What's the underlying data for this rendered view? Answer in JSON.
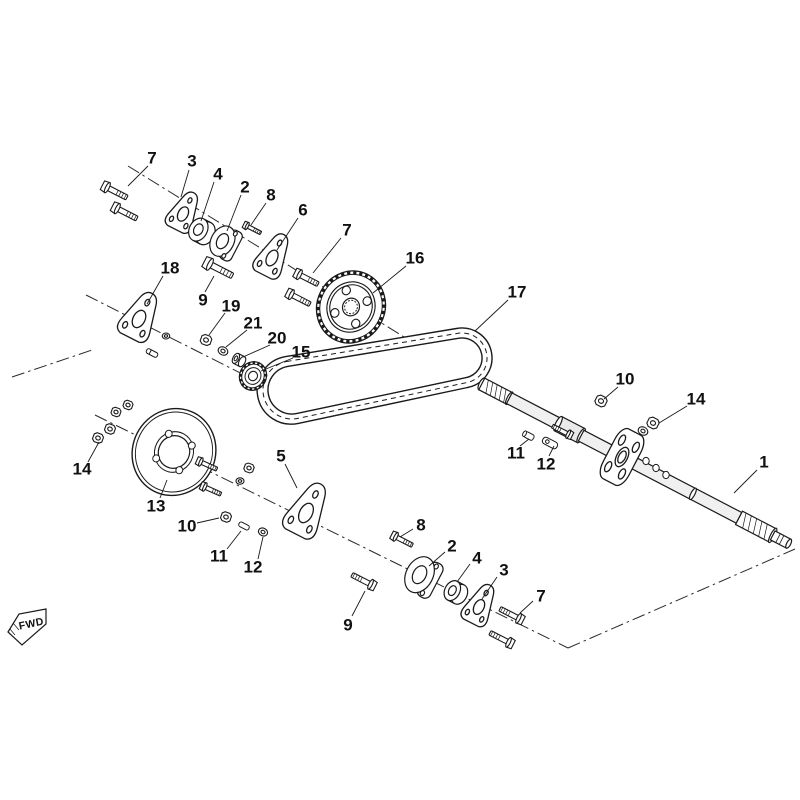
{
  "diagram": {
    "orientation_label": "FWD",
    "ink_color": "#1a1a1a",
    "background_color": "#ffffff"
  },
  "callouts": {
    "c1": "1",
    "c2a": "2",
    "c2b": "2",
    "c3a": "3",
    "c3b": "3",
    "c4a": "4",
    "c4b": "4",
    "c5": "5",
    "c6": "6",
    "c7a": "7",
    "c7b": "7",
    "c7c": "7",
    "c8a": "8",
    "c8b": "8",
    "c9a": "9",
    "c9b": "9",
    "c10a": "10",
    "c10b": "10",
    "c11a": "11",
    "c11b": "11",
    "c12a": "12",
    "c12b": "12",
    "c13": "13",
    "c14a": "14",
    "c14b": "14",
    "c15": "15",
    "c16": "16",
    "c17": "17",
    "c18": "18",
    "c19": "19",
    "c20": "20",
    "c21": "21"
  }
}
